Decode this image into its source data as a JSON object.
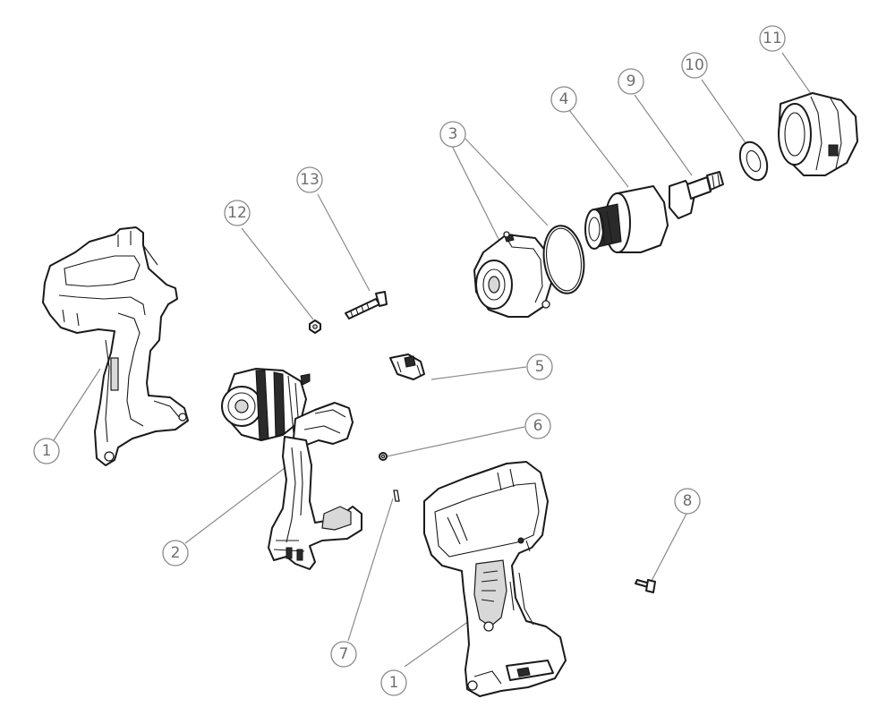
{
  "callouts": [
    {
      "id": "1a",
      "label": "1"
    },
    {
      "id": "1b",
      "label": "1"
    },
    {
      "id": "2",
      "label": "2"
    },
    {
      "id": "3",
      "label": "3"
    },
    {
      "id": "4",
      "label": "4"
    },
    {
      "id": "5",
      "label": "5"
    },
    {
      "id": "6",
      "label": "6"
    },
    {
      "id": "7",
      "label": "7"
    },
    {
      "id": "8",
      "label": "8"
    },
    {
      "id": "9",
      "label": "9"
    },
    {
      "id": "10",
      "label": "10"
    },
    {
      "id": "11",
      "label": "11"
    },
    {
      "id": "12",
      "label": "12"
    },
    {
      "id": "13",
      "label": "13"
    }
  ]
}
